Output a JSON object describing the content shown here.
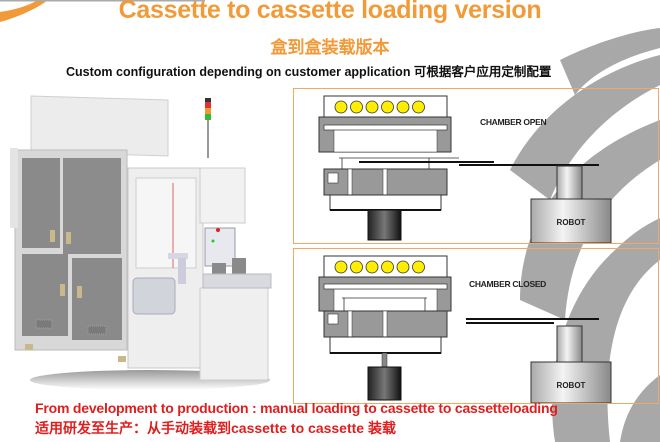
{
  "header": {
    "title": "Cassette to cassette loading version",
    "subtitle_cn": "盒到盒装载版本",
    "subtitle_en": "Custom configuration depending on customer application 可根据客户应用定制配置"
  },
  "diagrams": {
    "top": {
      "state_label": "CHAMBER OPEN",
      "robot_label": "ROBOT",
      "wafer_count": 6
    },
    "bottom": {
      "state_label": "CHAMBER CLOSED",
      "robot_label": "ROBOT",
      "wafer_count": 6
    }
  },
  "machine_image": {
    "alt": "cassette-to-cassette loading machine render"
  },
  "footer": {
    "line1": "From development to production : manual loading to cassette to cassetteloading",
    "line2": "适用研发至生产：从手动装载到cassette to cassette 装载"
  },
  "colors": {
    "accent_orange": "#f29a38",
    "panel_border": "#f0a865",
    "footer_red": "#e01e1e",
    "wafer_yellow": "#ffee00",
    "swoosh_gray": "#a8a8a8"
  }
}
